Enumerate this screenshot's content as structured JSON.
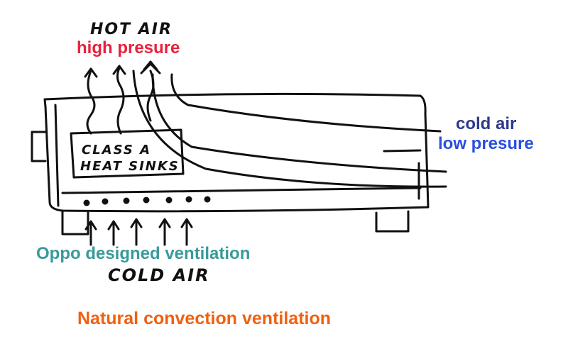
{
  "labels": {
    "hot_air": "HOT AIR",
    "high_pressure": "high presure",
    "cold_air_right": "cold air",
    "low_pressure": "low presure",
    "heat_sinks_line1": "CLASS A",
    "heat_sinks_line2": "HEAT SINKS",
    "oppo_ventilation": "Oppo designed ventilation",
    "cold_air_bottom": "COLD AIR",
    "caption": "Natural convection ventilation"
  },
  "colors": {
    "high_pressure": "#e8213c",
    "cold_air_right": "#2e3a8c",
    "low_pressure": "#2a4ee0",
    "oppo_ventilation": "#3a9a9a",
    "caption": "#f06010",
    "ink": "#111111"
  }
}
